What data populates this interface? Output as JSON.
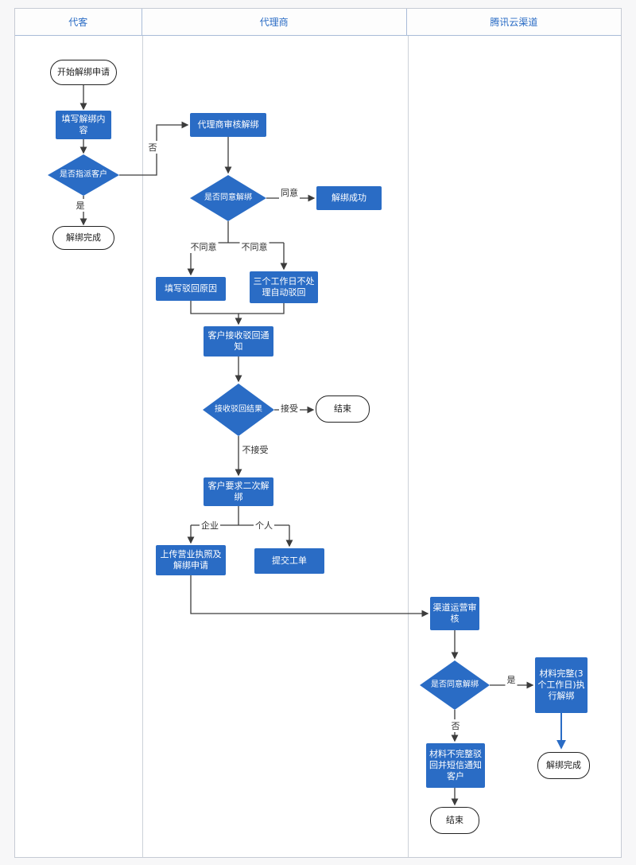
{
  "lanes": [
    {
      "title": "代客"
    },
    {
      "title": "代理商"
    },
    {
      "title": "腾讯云渠道"
    }
  ],
  "nodes": {
    "start": "开始解绑申请",
    "fill_content": "填写解绑内容",
    "assign_decision": "是否指派客户",
    "unbind_done_1": "解绑完成",
    "agent_review": "代理商审核解绑",
    "agree_decision": "是否同意解绑",
    "unbind_success": "解绑成功",
    "fill_reject_reason": "填写驳回原因",
    "auto_reject": "三个工作日不处理自动驳回",
    "receive_notice": "客户接收驳回通知",
    "result_decision": "接收驳回结果",
    "end_1": "结束",
    "second_unbind": "客户要求二次解绑",
    "upload_license": "上传营业执照及解绑申请",
    "submit_ticket": "提交工单",
    "channel_review": "渠道运营审核",
    "channel_decision": "是否同意解绑",
    "material_complete": "材料完整(3个工作日)执行解绑",
    "unbind_done_2": "解绑完成",
    "material_incomplete": "材料不完整驳回并短信通知客户",
    "end_2": "结束"
  },
  "labels": {
    "no1": "否",
    "yes1": "是",
    "agree": "同意",
    "disagree_left": "不同意",
    "disagree_right": "不同意",
    "accept": "接受",
    "not_accept": "不接受",
    "enterprise": "企业",
    "personal": "个人",
    "yes2": "是",
    "no2": "否"
  },
  "colors": {
    "node_fill": "#2a6cc5",
    "node_text": "#ffffff",
    "lane_title": "#2a6cc5",
    "connector": "#3c3c3c",
    "connector_blue": "#2a6cc5"
  }
}
